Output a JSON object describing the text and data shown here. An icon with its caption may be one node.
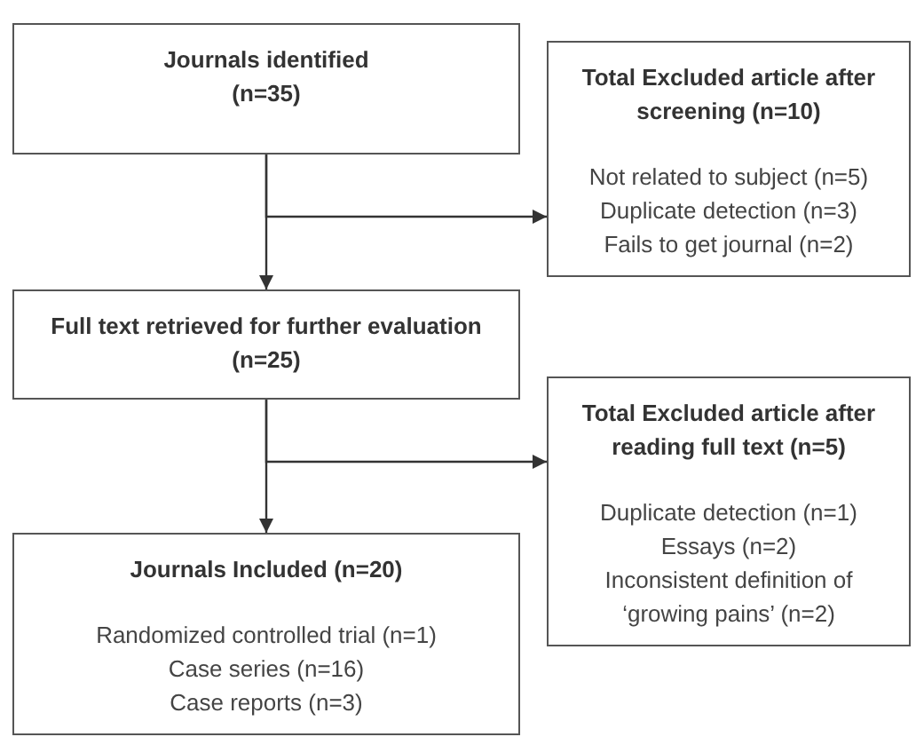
{
  "diagram": {
    "nodes": [
      {
        "text": [
          "Journals identified (n=35)"
        ]
      },
      {
        "text": [
          "Total Excluded article after screening (n=10)",
          "Not related to subject (n=5)",
          "Duplicate detection (n=3)",
          "Fails to get journal (n=2)"
        ]
      },
      {
        "text": [
          "Full text retrieved for further evaluation (n=25)"
        ]
      },
      {
        "text": [
          "Total Excluded article after reading full text (n=5)",
          "Duplicate detection (n=1)",
          "Essays (n=2)",
          "Inconsistent definition of ‘growing pains’ (n=2)"
        ]
      },
      {
        "text": [
          "Journals Included (n=20)",
          "Randomized controlled trial (n=1)",
          "Case series (n=16)",
          "Case reports (n=3)"
        ]
      }
    ],
    "edges": [
      {
        "from": 0,
        "to": 2,
        "arrow": "to"
      },
      {
        "from": 0,
        "to": 1,
        "arrow": "to"
      },
      {
        "from": 2,
        "to": 4,
        "arrow": "to"
      },
      {
        "from": 2,
        "to": 3,
        "arrow": "to"
      }
    ]
  }
}
